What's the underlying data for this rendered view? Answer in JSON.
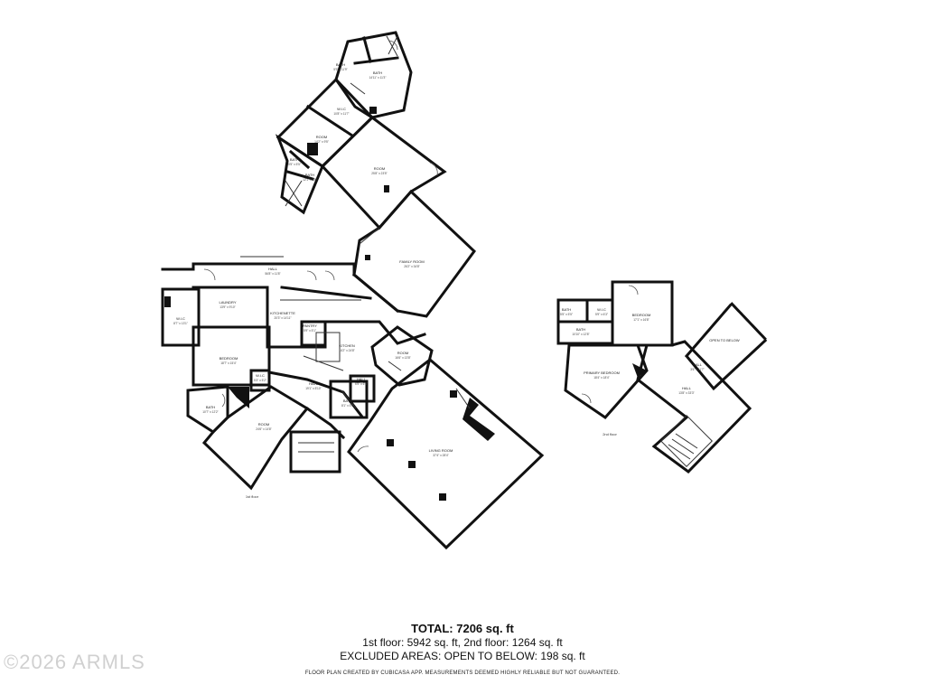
{
  "rooms": [
    {
      "id": "bath-top",
      "name": "BATH",
      "dims": "14'11\" x 11'3\""
    },
    {
      "id": "bath-small",
      "name": "BATH",
      "dims": "5'9\" x 11'9\""
    },
    {
      "id": "wic-top",
      "name": "W.I.C",
      "dims": "10'8\" x 11'7\""
    },
    {
      "id": "room-top",
      "name": "ROOM",
      "dims": "14'2\" x 9'5\""
    },
    {
      "id": "bath-a",
      "name": "BATH",
      "dims": "5'5\" x 5'5\""
    },
    {
      "id": "bath-b",
      "name": "BATH",
      "dims": "12'1\" x 8'8\""
    },
    {
      "id": "room-large",
      "name": "ROOM",
      "dims": "25'8\" x 23'5\""
    },
    {
      "id": "family-room",
      "name": "FAMILY ROOM",
      "dims": "26'2\" x 34'8\""
    },
    {
      "id": "hall-1",
      "name": "HALL",
      "dims": "56'8\" x 11'8\""
    },
    {
      "id": "laundry",
      "name": "LAUNDRY",
      "dims": "13'9\" x 9'10\""
    },
    {
      "id": "wic-left",
      "name": "W.I.C",
      "dims": "8'7\" x 13'1\""
    },
    {
      "id": "kitchenette",
      "name": "KITCHENETTE",
      "dims": "20'3\" x 14'11\""
    },
    {
      "id": "pantry",
      "name": "PANTRY",
      "dims": "5'9\" x 5'1\""
    },
    {
      "id": "kitchen",
      "name": "KITCHEN",
      "dims": "16'2\" x 24'8\""
    },
    {
      "id": "room-mid",
      "name": "ROOM",
      "dims": "16'6\" x 13'8\""
    },
    {
      "id": "bedroom-1",
      "name": "BEDROOM",
      "dims": "18'7\" x 15'4\""
    },
    {
      "id": "wic-small",
      "name": "W.I.C",
      "dims": "5'3\" x 5'2\""
    },
    {
      "id": "hall-2",
      "name": "HALL",
      "dims": "19'1\" x 5'10\""
    },
    {
      "id": "hall-3",
      "name": "HALL",
      "dims": "6'5\" x 6'5\""
    },
    {
      "id": "bath-mid",
      "name": "BATH",
      "dims": "8'1\" x 5'7\""
    },
    {
      "id": "bath-left",
      "name": "BATH",
      "dims": "10'7\" x 12'2\""
    },
    {
      "id": "room-left",
      "name": "ROOM",
      "dims": "24'6\" x 14'8\""
    },
    {
      "id": "living-room",
      "name": "LIVING ROOM",
      "dims": "37'4\" x 28'4\""
    },
    {
      "id": "bath-2a",
      "name": "BATH",
      "dims": "5'5\" x 5'5\""
    },
    {
      "id": "wic-2",
      "name": "W.I.C",
      "dims": "5'9\" x 6'3\""
    },
    {
      "id": "bath-2b",
      "name": "BATH",
      "dims": "10'10\" x 12'8\""
    },
    {
      "id": "bedroom-2",
      "name": "BEDROOM",
      "dims": "17'1\" x 16'8\""
    },
    {
      "id": "primary-bedroom",
      "name": "PRIMARY BEDROOM",
      "dims": "18'4\" x 18'4\""
    },
    {
      "id": "hall-2nd",
      "name": "HALL",
      "dims": "13'8\" x 33'3\""
    },
    {
      "id": "hall-small-2nd",
      "name": "HALL",
      "dims": "3'6\" x 11'7\""
    },
    {
      "id": "open-below",
      "name": "OPEN TO BELOW",
      "dims": ""
    }
  ],
  "floor_labels": {
    "first": "1st floor",
    "second": "2nd floor"
  },
  "summary": {
    "total": "TOTAL: 7206 sq. ft",
    "floors": "1st floor: 5942 sq. ft, 2nd floor: 1264 sq. ft",
    "excluded": "EXCLUDED AREAS: OPEN TO BELOW: 198 sq. ft",
    "disclaimer": "FLOOR PLAN CREATED BY CUBICASA APP. MEASUREMENTS DEEMED HIGHLY RELIABLE BUT NOT GUARANTEED."
  },
  "watermark": "©2026 ARMLS"
}
